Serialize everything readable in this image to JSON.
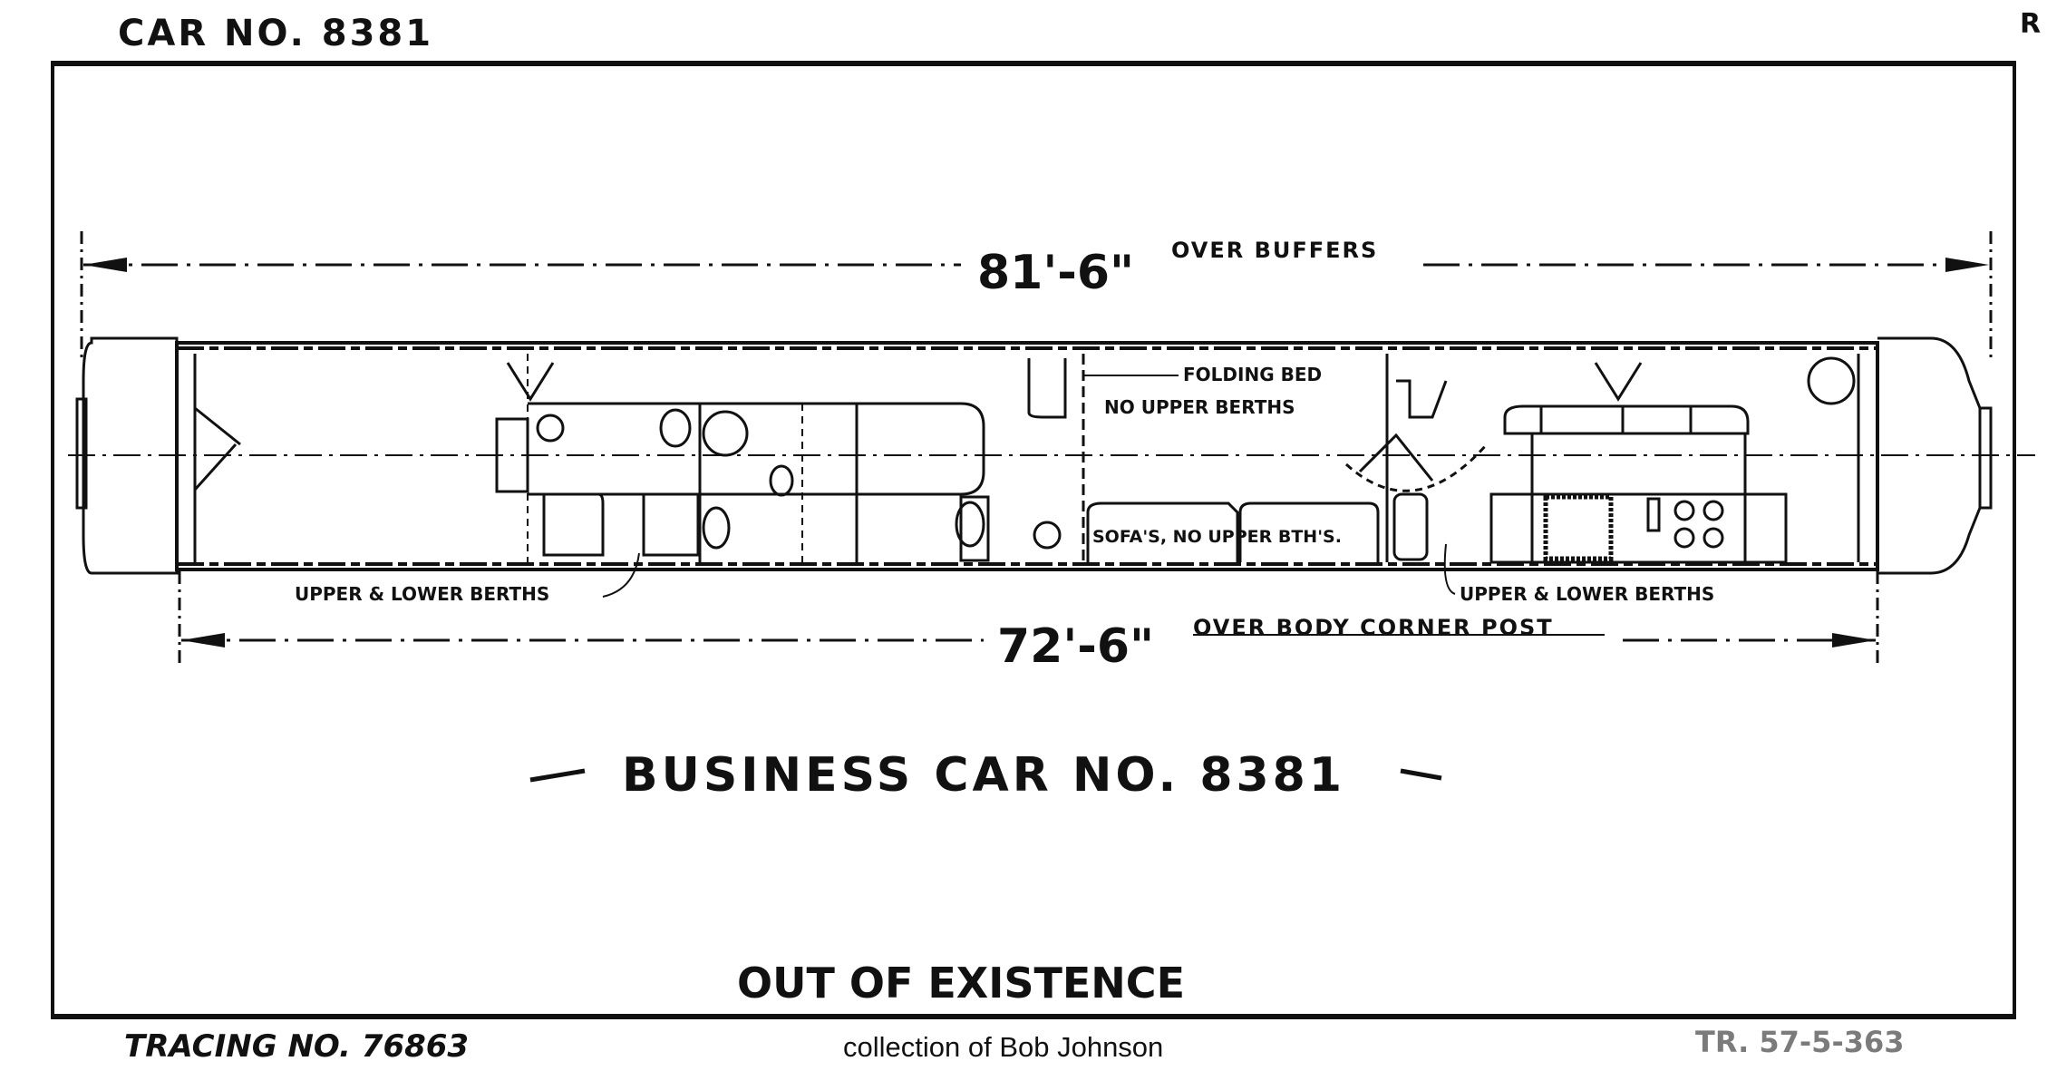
{
  "header": {
    "car_number_label": "CAR NO. 8381",
    "corner_mark": "R"
  },
  "diagram": {
    "overall_length": "81'-6\"",
    "overall_length_note": "OVER BUFFERS",
    "body_length": "72'-6\"",
    "body_length_note": "OVER BODY CORNER POST",
    "labels": {
      "left_berths": "UPPER & LOWER BERTHS",
      "right_berths": "UPPER & LOWER BERTHS",
      "folding_bed": "FOLDING BED",
      "no_upper_berths": "NO UPPER BERTHS",
      "sofas": "SOFA'S, NO UPPER BTH'S."
    },
    "title": "BUSINESS CAR NO. 8381",
    "status": "OUT OF EXISTENCE"
  },
  "footer": {
    "tracing_number": "TRACING NO. 76863",
    "credit": "collection of Bob Johnson",
    "smudged_stamp": "TR. 57-5-363"
  }
}
